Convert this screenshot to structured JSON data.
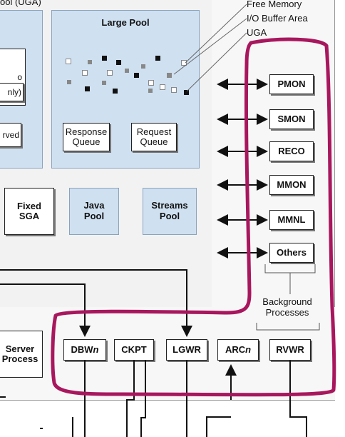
{
  "sga": {
    "top_clipped_label": "ool (UGA)",
    "large_pool": {
      "title": "Large Pool",
      "response_queue": "Response\nQueue",
      "request_queue": "Request\nQueue"
    },
    "legend": {
      "free_memory": "Free Memory",
      "io_buffer_area": "I/O Buffer Area",
      "uga": "UGA"
    },
    "left_fragments": {
      "frag1": "o",
      "frag2": "nly)",
      "frag3": "rved"
    },
    "fixed_sga": "Fixed\nSGA",
    "java_pool": "Java\nPool",
    "streams_pool": "Streams\nPool"
  },
  "background": {
    "processes": [
      "PMON",
      "SMON",
      "RECO",
      "MMON",
      "MMNL",
      "Others"
    ],
    "label": "Background\nProcesses",
    "bottom_processes": [
      "DBWn",
      "CKPT",
      "LGWR",
      "ARCn",
      "RVWR"
    ]
  },
  "server_process": "Server\nProcess",
  "colors": {
    "highlight": "#a8175e",
    "pool_fill": "#cfe0f1",
    "panel_fill": "#f2f2f2"
  }
}
